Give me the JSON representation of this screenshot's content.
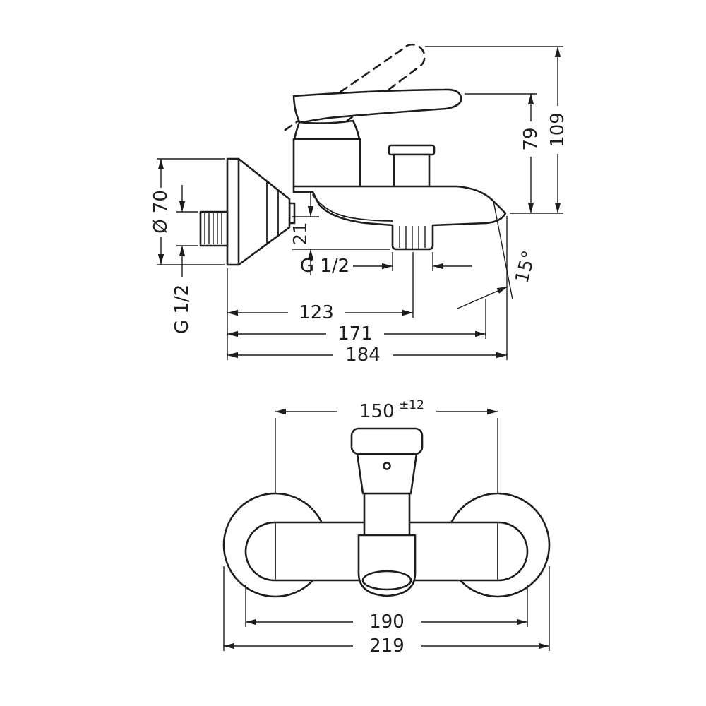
{
  "colors": {
    "ink": "#1d1d1b",
    "background": "#ffffff"
  },
  "dims": {
    "total_height": "109",
    "body_height": "79",
    "escutcheon_diameter": "Ø 70",
    "wall_connection_thread": "G 1/2",
    "aerator_drop": "21",
    "spout_thread": "G 1/2",
    "spout_angle": "15°",
    "wall_to_aerator": "123",
    "wall_to_outlet": "171",
    "wall_to_spout_tip": "184",
    "connection_spacing": "150",
    "connection_spacing_tolerance": "±12",
    "body_width": "190",
    "overall_width": "219"
  }
}
